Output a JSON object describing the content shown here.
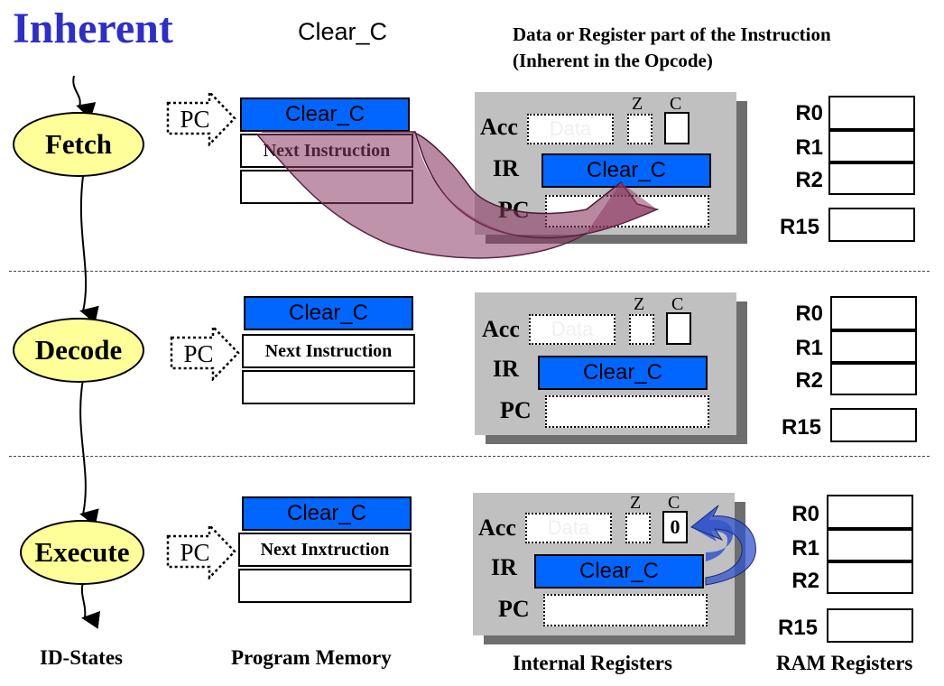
{
  "title": "Inherent",
  "instruction": "Clear_C",
  "note": {
    "line1": "Data or Register part of the Instruction",
    "line2": "(Inherent in the Opcode)"
  },
  "states": [
    "Fetch",
    "Decode",
    "Execute"
  ],
  "pc_label": "PC",
  "memory": {
    "fetch_next": "Next Instruction",
    "decode_next": "Next Instruction",
    "execute_next": "Next Inxtruction"
  },
  "registers": {
    "acc_label": "Acc",
    "ir_label": "IR",
    "pc_label": "PC",
    "data_text": "Data",
    "z_label": "Z",
    "c_label": "C",
    "c_value_after_execute": "0"
  },
  "ram_registers": [
    "R0",
    "R1",
    "R2",
    "R15"
  ],
  "footer": {
    "id_states": "ID-States",
    "program_memory": "Program Memory",
    "internal_registers": "Internal Registers",
    "ram_registers": "RAM Registers"
  },
  "colors": {
    "title": "#2e2ec8",
    "instruction_box": "#0066ff",
    "state_fill": "#ffff99",
    "panel": "#c0c0c0",
    "fetch_arrow": "#8b3a62",
    "execute_arrow": "#3355cc"
  }
}
